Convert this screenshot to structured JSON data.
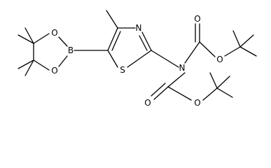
{
  "molecule": {
    "atom_labels": {
      "boron": "B",
      "ring_o_upper": "O",
      "ring_o_lower": "O",
      "thiazole_n": "N",
      "thiazole_s": "S",
      "amide_n": "N",
      "carbonyl_o_upper": "O",
      "ester_o_upper": "O",
      "carbonyl_o_lower": "O",
      "ester_o_lower": "O"
    }
  }
}
